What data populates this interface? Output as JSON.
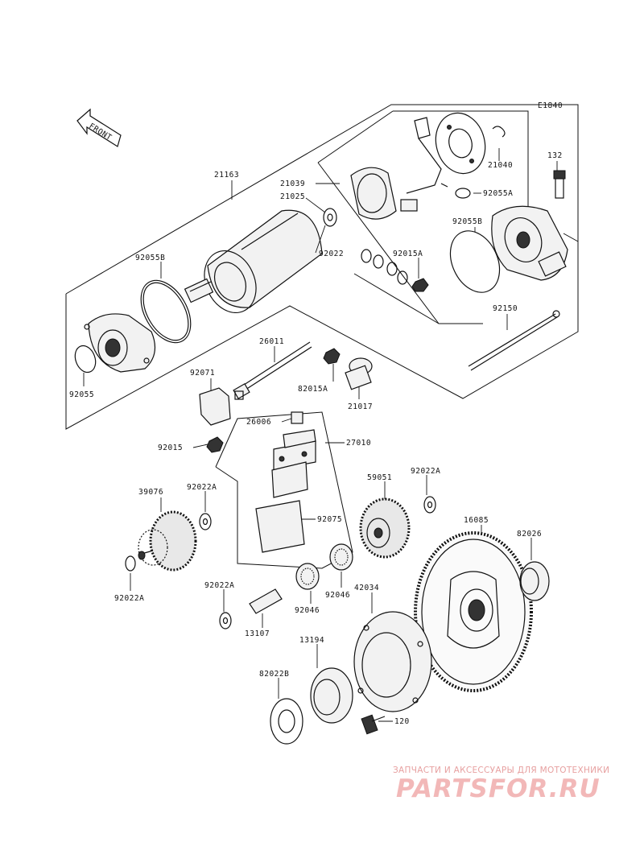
{
  "diagram": {
    "code": "E1840",
    "front_arrow_label": "FRONT",
    "parts": {
      "p21163": "21163",
      "p21039": "21039",
      "p21025": "21025",
      "p21040": "21040",
      "p92055A": "92055A",
      "p132": "132",
      "p92055B_top": "92055B",
      "p92055B_left": "92055B",
      "p92022": "92022",
      "p92015A_top": "92015A",
      "p92150": "92150",
      "p92055": "92055",
      "p26011": "26011",
      "p92071": "92071",
      "p82015A": "82015A",
      "p21017": "21017",
      "p26006": "26006",
      "p27010": "27010",
      "p92015": "92015",
      "p59051": "59051",
      "p92022A_right": "92022A",
      "p39076": "39076",
      "p92022A_left": "92022A",
      "p92075": "92075",
      "p16085": "16085",
      "p82026": "82026",
      "p92022A_bottom": "92022A",
      "p92022A_mid": "92022A",
      "p92046_right": "92046",
      "p92046_left": "92046",
      "p42034": "42034",
      "p13107": "13107",
      "p13194": "13194",
      "p82022B": "82022B",
      "p120": "120"
    }
  },
  "watermark": {
    "subtitle": "ЗАПЧАСТИ И АКСЕССУАРЫ ДЛЯ МОТОТЕХНИКИ",
    "brand": "PARTSFOR.RU",
    "brand_color": "#f2b8b8"
  }
}
